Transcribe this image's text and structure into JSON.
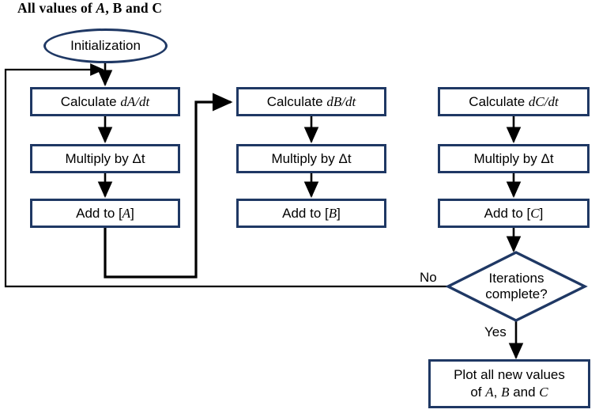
{
  "diagram": {
    "title": "All values of A, B and C",
    "title_parts": {
      "prefix": "All values of ",
      "italic_a": "A",
      "suffix": ", B and C"
    },
    "colors": {
      "node_border": "#1f3864",
      "node_fill": "#ffffff",
      "connector": "#000000",
      "text": "#000000",
      "background": "#ffffff"
    },
    "nodes": {
      "start": {
        "label": "Initialization",
        "shape": "ellipse"
      },
      "calc_a": {
        "label_prefix": "Calculate ",
        "label_math": "dA/dt",
        "shape": "process"
      },
      "mult_a": {
        "label_prefix": "Multiply by ",
        "label_math": "Δt",
        "shape": "process"
      },
      "add_a": {
        "label_prefix": "Add to [",
        "label_math": "A",
        "label_suffix": "]",
        "shape": "process"
      },
      "calc_b": {
        "label_prefix": "Calculate ",
        "label_math": "dB/dt",
        "shape": "process"
      },
      "mult_b": {
        "label_prefix": "Multiply by ",
        "label_math": "Δt",
        "shape": "process"
      },
      "add_b": {
        "label_prefix": "Add to [",
        "label_math": "B",
        "label_suffix": "]",
        "shape": "process"
      },
      "calc_c": {
        "label_prefix": "Calculate ",
        "label_math": "dC/dt",
        "shape": "process"
      },
      "mult_c": {
        "label_prefix": "Multiply by ",
        "label_math": "Δt",
        "shape": "process"
      },
      "add_c": {
        "label_prefix": "Add to [",
        "label_math": "C",
        "label_suffix": "]",
        "shape": "process"
      },
      "decision": {
        "line1": "Iterations",
        "line2": "complete?",
        "shape": "diamond"
      },
      "plot": {
        "line1": "Plot all new values",
        "line2_prefix": "of ",
        "line2_a": "A",
        "line2_sep1": ", ",
        "line2_b": "B",
        "line2_sep2": " and ",
        "line2_c": "C",
        "shape": "process"
      }
    },
    "edge_labels": {
      "no": "No",
      "yes": "Yes"
    }
  }
}
